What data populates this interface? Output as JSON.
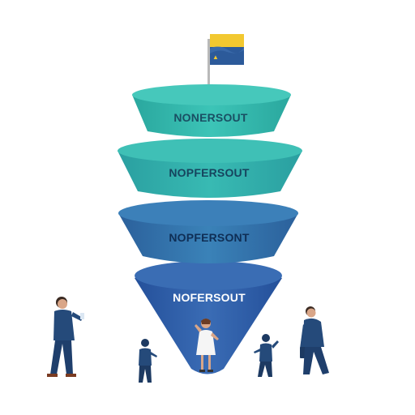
{
  "tiers": [
    {
      "label": "NONERSOUT",
      "color_top": "#43c6b9",
      "color_body": "#35b4a8",
      "text_color": "#1a4f63"
    },
    {
      "label": "NOPFERSOUT",
      "color_top": "#3fbdb4",
      "color_body": "#33aaa6",
      "text_color": "#16445e"
    },
    {
      "label": "NOPFERSONT",
      "color_top": "#3f86bb",
      "color_body": "#2f6ea8",
      "text_color": "#0f2e55"
    },
    {
      "label": "NOFERSOUT",
      "color_top": "#3a6cb3",
      "color_body": "#2c5aa2",
      "text_color": "#ffffff"
    }
  ],
  "flag": {
    "top_color": "#f2c830",
    "bottom_color": "#2c5a9a",
    "pole_color": "#b8b8b8"
  },
  "people_colors": {
    "suit": "#254a7a",
    "dark": "#1d3a62",
    "skin": "#d9a688",
    "dress": "#f3f3f3"
  }
}
